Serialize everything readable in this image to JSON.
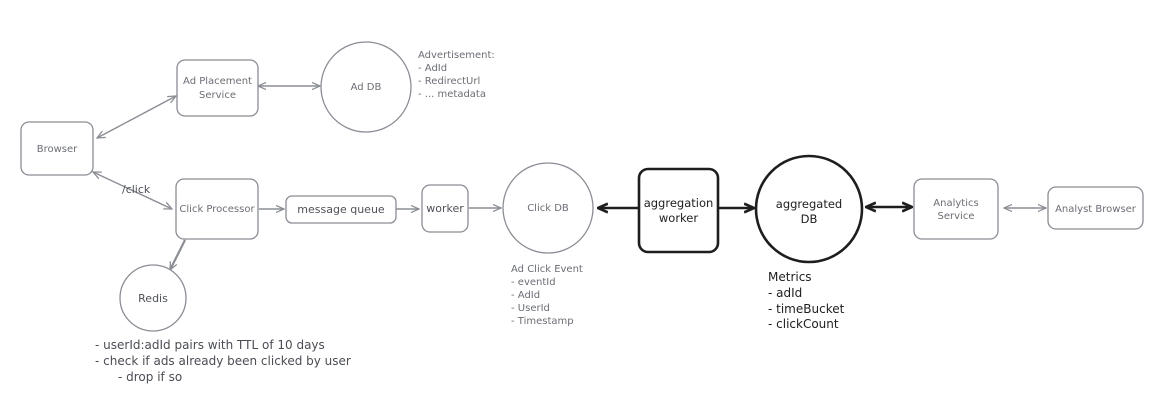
{
  "nodes": {
    "browser": {
      "label": [
        "Browser"
      ]
    },
    "ad_placement_service": {
      "label": [
        "Ad Placement",
        "Service"
      ]
    },
    "ad_db": {
      "label": [
        "Ad DB"
      ]
    },
    "click_processor": {
      "label": [
        "Click Processor"
      ]
    },
    "message_queue": {
      "label": [
        "message queue"
      ]
    },
    "worker": {
      "label": [
        "worker"
      ]
    },
    "click_db": {
      "label": [
        "Click DB"
      ]
    },
    "aggregation_worker": {
      "label": [
        "aggregation",
        "worker"
      ]
    },
    "aggregated_db": {
      "label": [
        "aggregated",
        "DB"
      ]
    },
    "analytics_service": {
      "label": [
        "Analytics",
        "Service"
      ]
    },
    "analyst_browser": {
      "label": [
        "Analyst Browser"
      ]
    },
    "redis": {
      "label": [
        "Redis"
      ]
    }
  },
  "edges": {
    "click_label": "/click"
  },
  "notes": {
    "advertisement": [
      "Advertisement:",
      "- AdId",
      "- RedirectUrl",
      "- ... metadata"
    ],
    "ad_click_event": [
      "Ad Click Event",
      "- eventId",
      "- AdId",
      "- UserId",
      "- Timestamp"
    ],
    "metrics": [
      "Metrics",
      "- adId",
      "- timeBucket",
      "- clickCount"
    ],
    "redis_notes": [
      "- userId:adId pairs with TTL of 10 days",
      "- check if ads already been clicked by user",
      "- drop if so"
    ]
  },
  "colors": {
    "stroke_light": "#8a8d94",
    "stroke_dark": "#1e1e1e",
    "text_light": "#6b6e75",
    "text_dark": "#1e1e1e",
    "background": "#ffffff"
  }
}
